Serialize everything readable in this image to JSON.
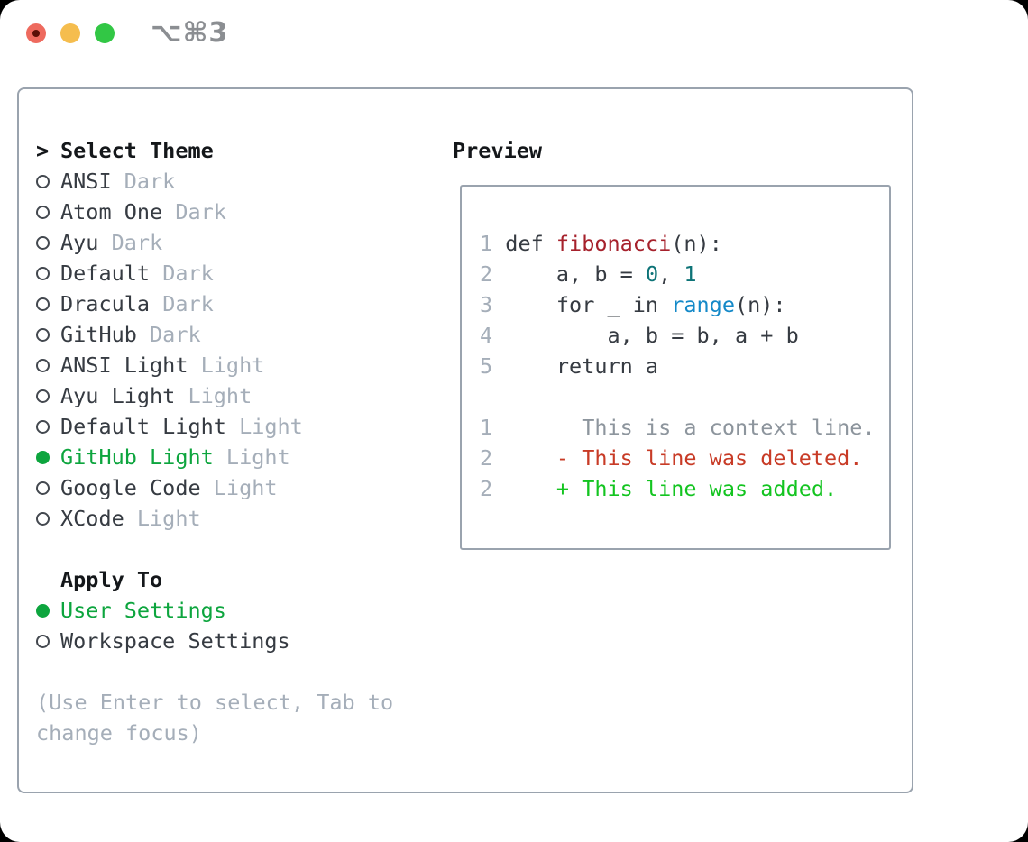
{
  "colors": {
    "accent_green": "#0da53e",
    "diff_added": "#13c420",
    "diff_deleted": "#c83b26",
    "func_red": "#a6212c",
    "num_teal": "#0d7377",
    "builtin_blue": "#1489c8",
    "muted": "#a5aeb9",
    "context_gray": "#8d959d",
    "text_dark": "#363b42",
    "border_gray": "#9aa3ae",
    "traffic_red": "#ee6a5e",
    "traffic_yellow": "#f5bd4e",
    "traffic_green": "#32c745"
  },
  "titlebar": {
    "title": "⌥⌘3"
  },
  "theme_list": {
    "prompt": ">",
    "header": "Select Theme",
    "items": [
      {
        "name": "ANSI",
        "variant": "Dark",
        "selected": false
      },
      {
        "name": "Atom One",
        "variant": "Dark",
        "selected": false
      },
      {
        "name": "Ayu",
        "variant": "Dark",
        "selected": false
      },
      {
        "name": "Default",
        "variant": "Dark",
        "selected": false
      },
      {
        "name": "Dracula",
        "variant": "Dark",
        "selected": false
      },
      {
        "name": "GitHub",
        "variant": "Dark",
        "selected": false
      },
      {
        "name": "ANSI Light",
        "variant": "Light",
        "selected": false
      },
      {
        "name": "Ayu Light",
        "variant": "Light",
        "selected": false
      },
      {
        "name": "Default Light",
        "variant": "Light",
        "selected": false
      },
      {
        "name": "GitHub Light",
        "variant": "Light",
        "selected": true
      },
      {
        "name": "Google Code",
        "variant": "Light",
        "selected": false
      },
      {
        "name": "XCode",
        "variant": "Light",
        "selected": false
      }
    ]
  },
  "apply_to": {
    "header": "Apply To",
    "items": [
      {
        "name": "User Settings",
        "selected": true
      },
      {
        "name": "Workspace Settings",
        "selected": false
      }
    ]
  },
  "hint": {
    "line1": "(Use Enter to select, Tab to",
    "line2": "change focus)"
  },
  "preview": {
    "header": "Preview",
    "code_lines": [
      {
        "num": "1",
        "segments": [
          {
            "t": " def ",
            "c": "dark"
          },
          {
            "t": "fibonacci",
            "c": "func"
          },
          {
            "t": "(n):",
            "c": "dark"
          }
        ]
      },
      {
        "num": "2",
        "segments": [
          {
            "t": "     a, b = ",
            "c": "dark"
          },
          {
            "t": "0",
            "c": "num"
          },
          {
            "t": ", ",
            "c": "dark"
          },
          {
            "t": "1",
            "c": "num"
          }
        ]
      },
      {
        "num": "3",
        "segments": [
          {
            "t": "     for _ in ",
            "c": "dark"
          },
          {
            "t": "range",
            "c": "builtin"
          },
          {
            "t": "(n):",
            "c": "dark"
          }
        ]
      },
      {
        "num": "4",
        "segments": [
          {
            "t": "         a, b = b, a + b",
            "c": "dark"
          }
        ]
      },
      {
        "num": "5",
        "segments": [
          {
            "t": "     return a",
            "c": "dark"
          }
        ]
      },
      {
        "num": "",
        "segments": []
      },
      {
        "num": "1",
        "segments": [
          {
            "t": "       This is a context line.",
            "c": "context"
          }
        ]
      },
      {
        "num": "2",
        "segments": [
          {
            "t": "     - This line was deleted.",
            "c": "deleted"
          }
        ]
      },
      {
        "num": "2",
        "segments": [
          {
            "t": "     + This line was added.",
            "c": "added"
          }
        ]
      }
    ]
  }
}
